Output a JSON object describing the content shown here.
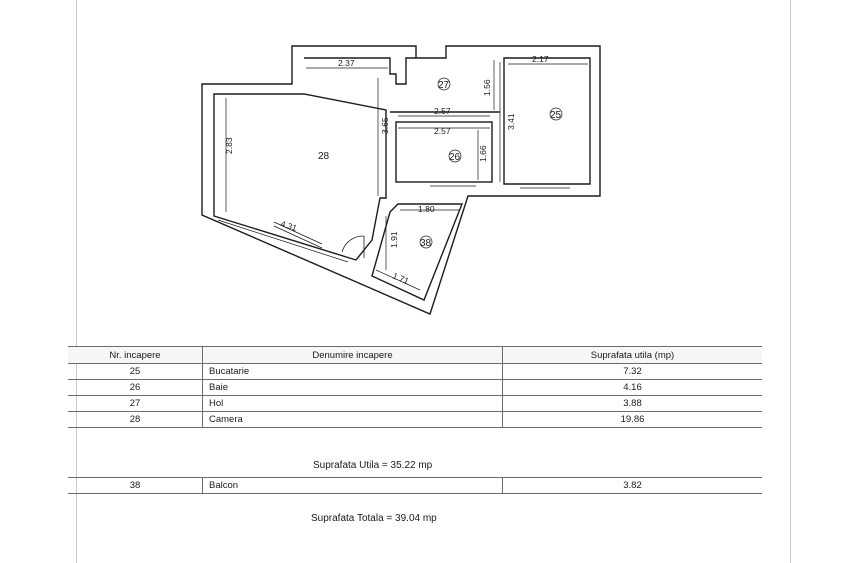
{
  "plan": {
    "rooms": [
      {
        "id": "28"
      },
      {
        "id": "27"
      },
      {
        "id": "26"
      },
      {
        "id": "25"
      },
      {
        "id": "38"
      }
    ],
    "dimensions": [
      "2.37",
      "2.83",
      "3.65",
      "4.31",
      "2.57",
      "2.57",
      "1.66",
      "1.56",
      "3.41",
      "2.17",
      "1.80",
      "1.91",
      "1.71"
    ]
  },
  "table": {
    "headers": {
      "nr": "Nr. incapere",
      "name": "Denumire incapere",
      "area": "Suprafata utila (mp)"
    },
    "rows": [
      {
        "nr": "25",
        "name": "Bucatarie",
        "area": "7.32"
      },
      {
        "nr": "26",
        "name": "Baie",
        "area": "4.16"
      },
      {
        "nr": "27",
        "name": "Hol",
        "area": "3.88"
      },
      {
        "nr": "28",
        "name": "Camera",
        "area": "19.86"
      }
    ],
    "useful_total": "Suprafata Utila = 35.22 mp",
    "balcony": {
      "nr": "38",
      "name": "Balcon",
      "area": "3.82"
    },
    "grand_total": "Suprafata Totala = 39.04 mp"
  }
}
